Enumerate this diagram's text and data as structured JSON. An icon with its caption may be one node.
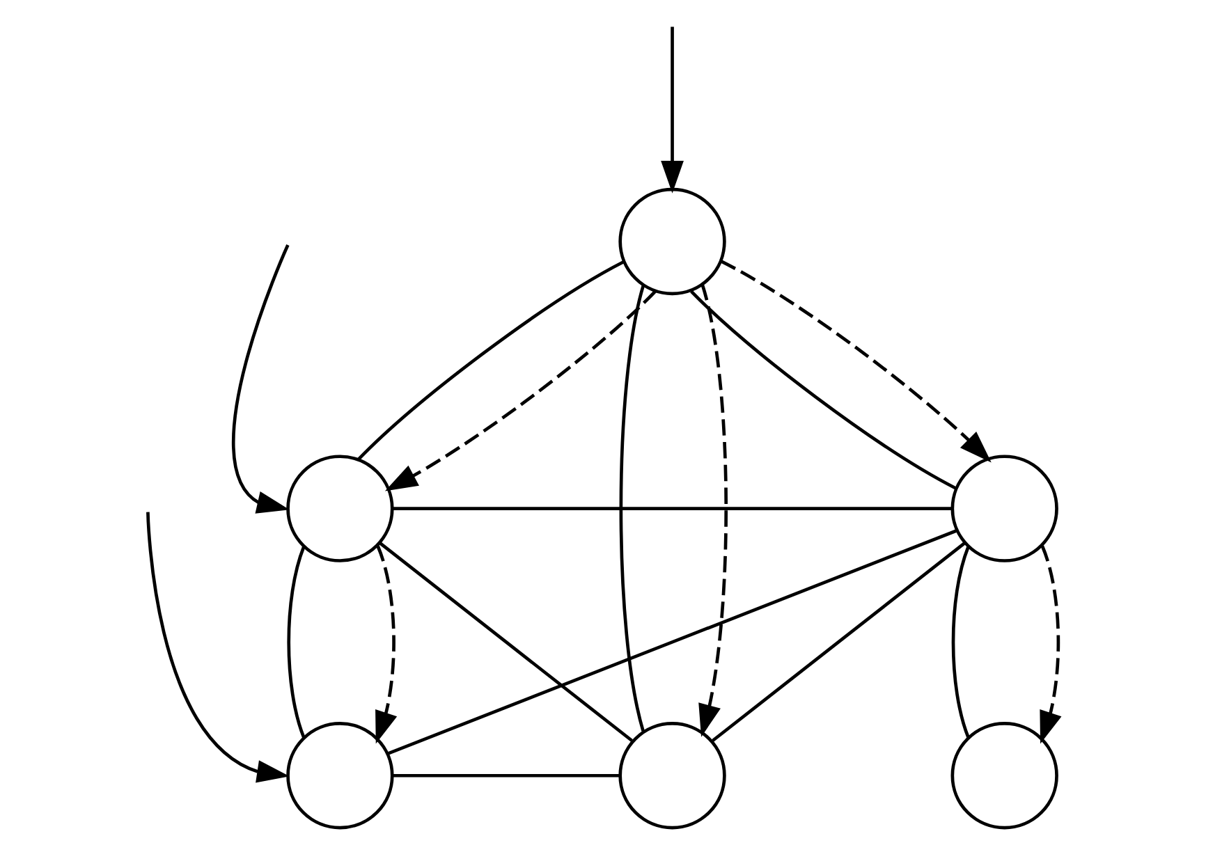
{
  "diagram": {
    "nodes": [
      {
        "text": [],
        "shape": "circle"
      },
      {
        "text": [],
        "shape": "circle"
      },
      {
        "text": [],
        "shape": "circle"
      },
      {
        "text": [],
        "shape": "circle"
      },
      {
        "text": [],
        "shape": "circle"
      },
      {
        "text": [],
        "shape": "circle"
      }
    ],
    "edges": [
      {
        "from": 0,
        "to": 1,
        "arrow": "none"
      },
      {
        "from": 0,
        "to": 4,
        "arrow": "none"
      },
      {
        "from": 0,
        "to": 2,
        "arrow": "none"
      },
      {
        "from": 1,
        "to": 2,
        "arrow": "none"
      },
      {
        "from": 1,
        "to": 3,
        "arrow": "none"
      },
      {
        "from": 1,
        "to": 4,
        "arrow": "none"
      },
      {
        "from": 2,
        "to": 3,
        "arrow": "none"
      },
      {
        "from": 2,
        "to": 4,
        "arrow": "none"
      },
      {
        "from": 2,
        "to": 5,
        "arrow": "none"
      },
      {
        "from": 3,
        "to": 4,
        "arrow": "none"
      },
      {
        "from": 0,
        "to": 1,
        "arrow": "to",
        "style": "dashed"
      },
      {
        "from": 0,
        "to": 4,
        "arrow": "to",
        "style": "dashed"
      },
      {
        "from": 0,
        "to": 2,
        "arrow": "to",
        "style": "dashed"
      },
      {
        "from": 1,
        "to": 3,
        "arrow": "to",
        "style": "dashed"
      },
      {
        "from": 2,
        "to": 5,
        "arrow": "to",
        "style": "dashed"
      },
      {
        "from": null,
        "to": 0,
        "arrow": "to"
      },
      {
        "from": null,
        "to": 1,
        "arrow": "to"
      },
      {
        "from": null,
        "to": 3,
        "arrow": "to"
      }
    ]
  }
}
